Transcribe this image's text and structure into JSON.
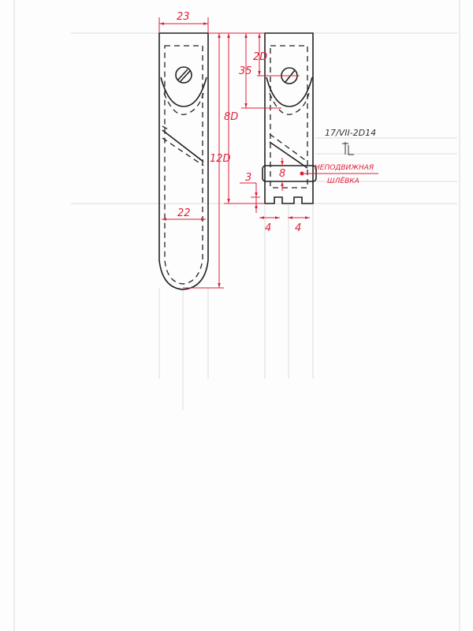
{
  "drawing": {
    "date": "17/VII-2D14",
    "signature": "JL",
    "dimensions": {
      "strap_width_top": "23",
      "strap_width_bottom": "22",
      "total_length": "12D",
      "short_length": "8D",
      "hole_offset": "2D",
      "curve_depth": "35",
      "notch_depth": "3",
      "notch_width_left": "4",
      "notch_width_right": "4",
      "loop_height": "8"
    },
    "annotation": {
      "line1": "НЕПОДВИЖНАЯ",
      "line2": "ШЛЁВКА"
    }
  }
}
